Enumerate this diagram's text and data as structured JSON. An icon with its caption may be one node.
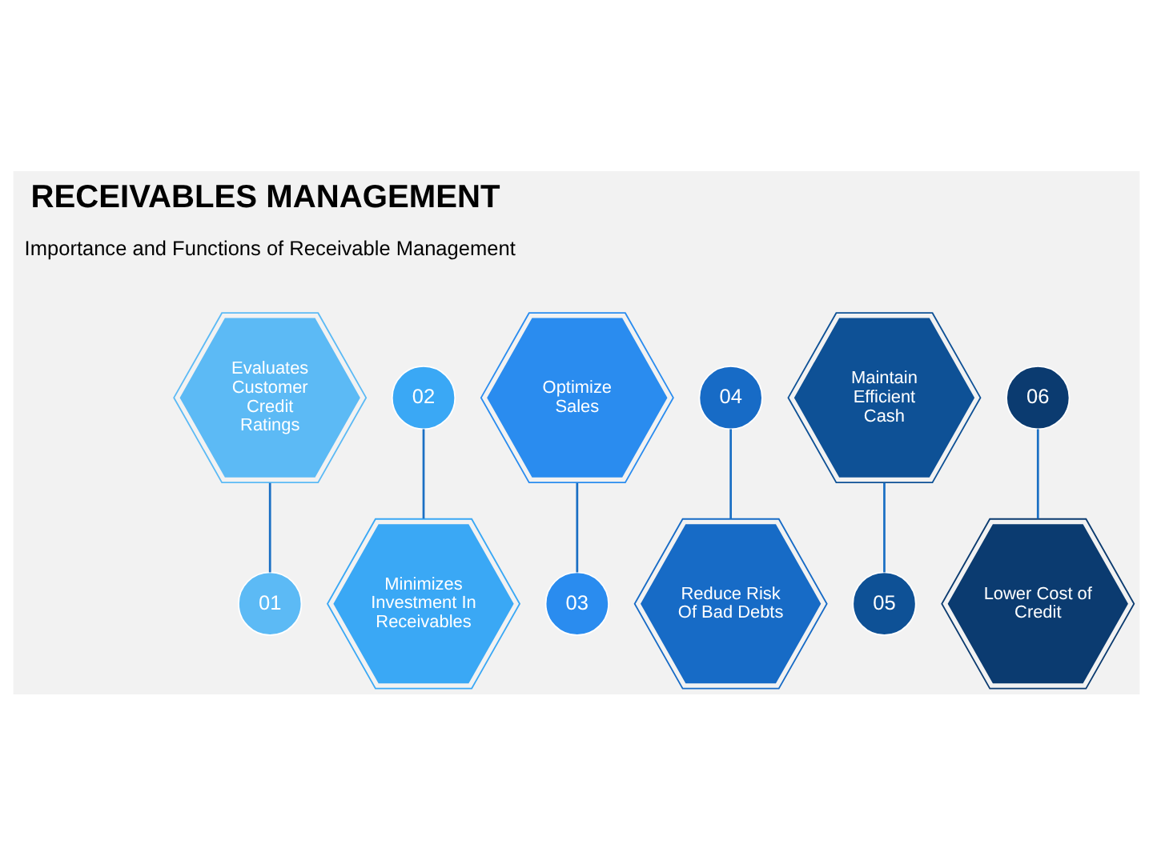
{
  "diagram": {
    "title": "RECEIVABLES MANAGEMENT",
    "nodes": [
      {
        "text": [
          "Evaluates Customer Credit Ratings"
        ]
      },
      {
        "text": [
          "01"
        ]
      },
      {
        "text": [
          "02"
        ]
      },
      {
        "text": [
          "Minimizes Investment In Receivables"
        ]
      },
      {
        "text": [
          "Optimize Sales"
        ]
      },
      {
        "text": [
          "03"
        ]
      },
      {
        "text": [
          "04"
        ]
      },
      {
        "text": [
          "Reduce Risk Of Bad Debts"
        ]
      },
      {
        "text": [
          "Maintain Efficient Cash"
        ]
      },
      {
        "text": [
          "05"
        ]
      },
      {
        "text": [
          "06"
        ]
      },
      {
        "text": [
          "Lower Cost of Credit"
        ]
      }
    ],
    "edges": [
      {
        "from": 0,
        "to": 1,
        "arrow": "none"
      },
      {
        "from": 2,
        "to": 3,
        "arrow": "none"
      },
      {
        "from": 4,
        "to": 5,
        "arrow": "none"
      },
      {
        "from": 6,
        "to": 7,
        "arrow": "none"
      },
      {
        "from": 8,
        "to": 9,
        "arrow": "none"
      },
      {
        "from": 10,
        "to": 11,
        "arrow": "none"
      }
    ],
    "labels": [
      "Importance and Functions of Receivable Management"
    ]
  }
}
